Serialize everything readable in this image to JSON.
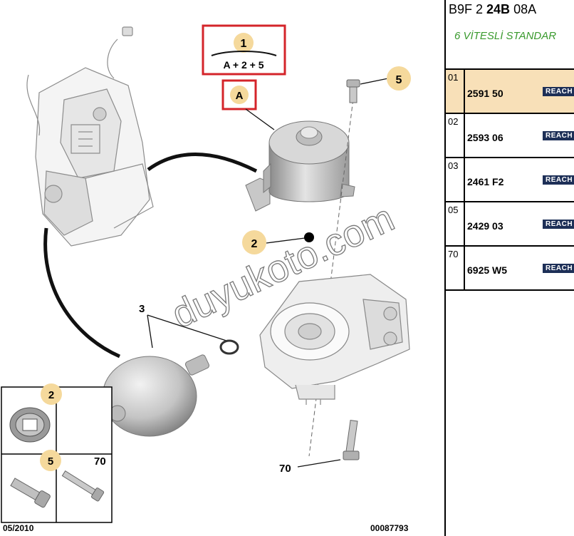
{
  "diagram": {
    "callouts": {
      "formula_number": "1",
      "formula": "A + 2 + 5",
      "a_label": "A",
      "c5": "5",
      "c2": "2",
      "c3": "3",
      "c70": "70",
      "inset_2": "2",
      "inset_5": "5",
      "inset_70": "70"
    },
    "watermark": "duyukoto.com",
    "date": "05/2010",
    "ref_number": "00087793"
  },
  "panel": {
    "header_plain1": "B9F 2 ",
    "header_bold": "24B",
    "header_plain2": " 08A",
    "subtitle": "6 VİTESLİ STANDAR",
    "rows": [
      {
        "code": "01",
        "ref": "2591 50",
        "badge": "REACH",
        "selected": true
      },
      {
        "code": "02",
        "ref": "2593 06",
        "badge": "REACH"
      },
      {
        "code": "03",
        "ref": "2461 F2",
        "badge": "REACH"
      },
      {
        "code": "05",
        "ref": "2429 03",
        "badge": "REACH"
      },
      {
        "code": "70",
        "ref": "6925 W5",
        "badge": "REACH"
      }
    ]
  },
  "colors": {
    "callout_fill": "#f5d99c",
    "red_box": "#d4242a",
    "subtitle_green": "#3a9a2e",
    "reach_badge": "#1d2f57",
    "row_selected": "#f8e0b8"
  }
}
